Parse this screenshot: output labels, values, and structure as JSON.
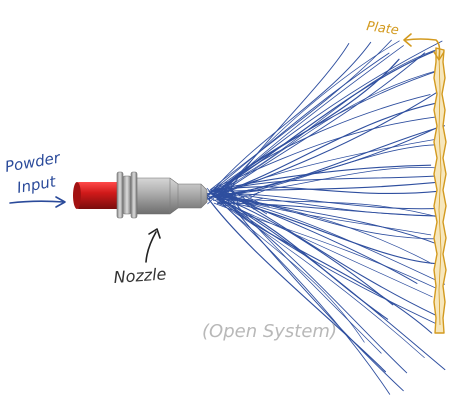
{
  "labels": {
    "powder_line1": "Powder",
    "powder_line2": "Input",
    "nozzle": "Nozzle",
    "plate": "Plate",
    "system": "(Open System)"
  },
  "colors": {
    "spray": "#2f4f9f",
    "plate": "#d39a1f",
    "plate_fill": "#f7e7bc",
    "powder_label": "#2a4a9a",
    "red_input": "#cc1b1b",
    "nozzle_metal": "#9a9a9a",
    "system_label": "#b8b8b8"
  },
  "icons": {
    "powder_arrow": "arrow-right-icon",
    "nozzle_arrow": "arrow-up-icon",
    "plate_arrow": "arrow-right-curved-icon"
  }
}
